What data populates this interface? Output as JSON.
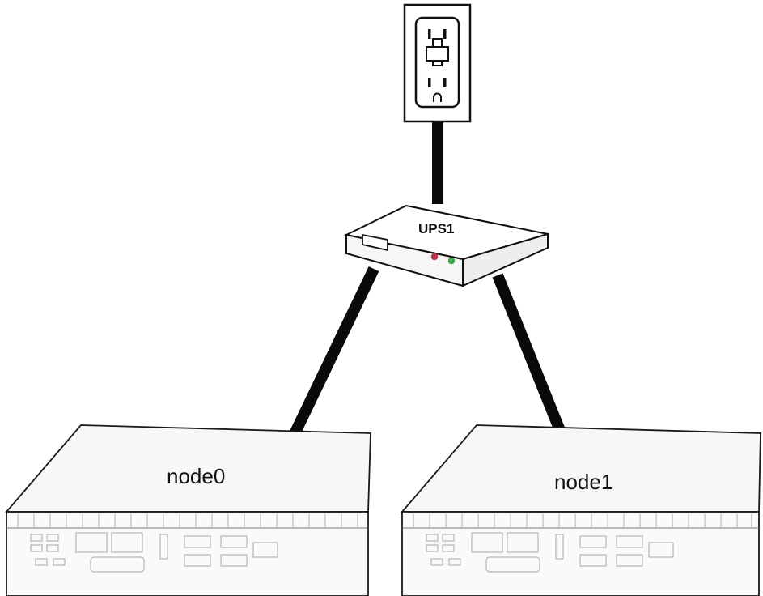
{
  "diagram": {
    "ups": {
      "label": "UPS1"
    },
    "nodes": [
      {
        "label": "node0"
      },
      {
        "label": "node1"
      }
    ],
    "colors": {
      "cable": "#0a0a0a",
      "outline": "#1a1a1a",
      "device_body": "#f7f7f7",
      "led_red": "#b8324a",
      "led_green": "#3aa54a"
    }
  }
}
